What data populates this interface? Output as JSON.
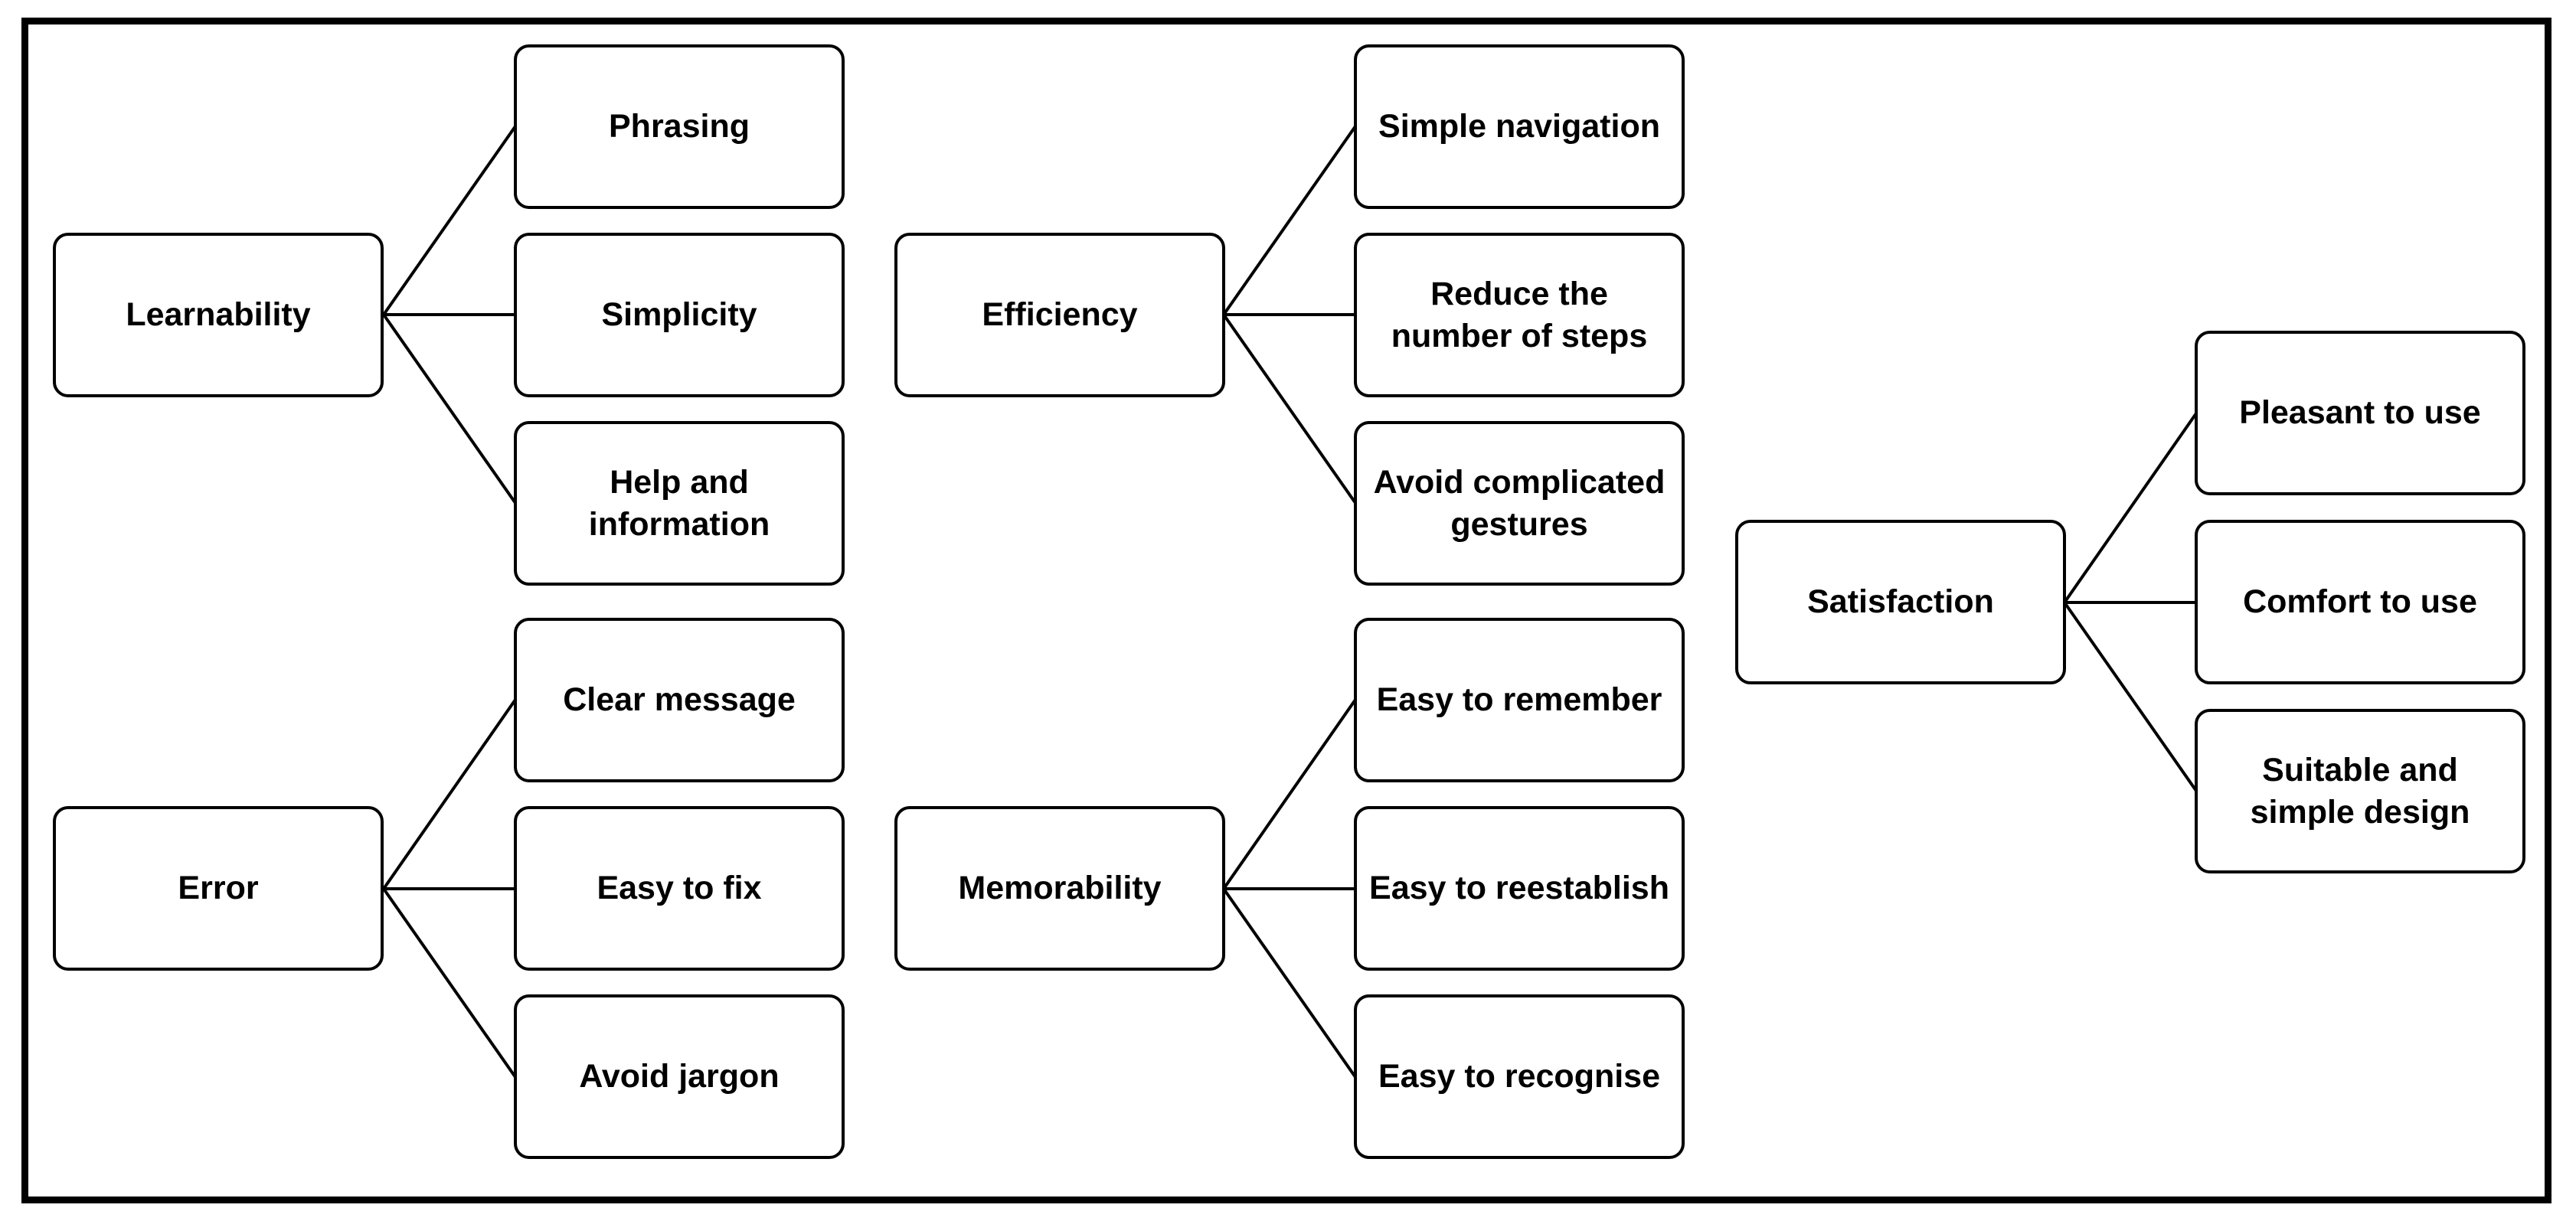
{
  "line_color": "#000000",
  "box_border_color": "#000000",
  "groups": [
    {
      "label": "Learnability",
      "children": [
        "Phrasing",
        "Simplicity",
        "Help and information"
      ]
    },
    {
      "label": "Efficiency",
      "children": [
        "Simple navigation",
        "Reduce the number of steps",
        "Avoid complicated gestures"
      ]
    },
    {
      "label": "Satisfaction",
      "children": [
        "Pleasant to use",
        "Comfort to use",
        "Suitable and simple design"
      ]
    },
    {
      "label": "Error",
      "children": [
        "Clear message",
        "Easy to fix",
        "Avoid jargon"
      ]
    },
    {
      "label": "Memorability",
      "children": [
        "Easy to remember",
        "Easy to reestablish",
        "Easy to recognise"
      ]
    }
  ]
}
